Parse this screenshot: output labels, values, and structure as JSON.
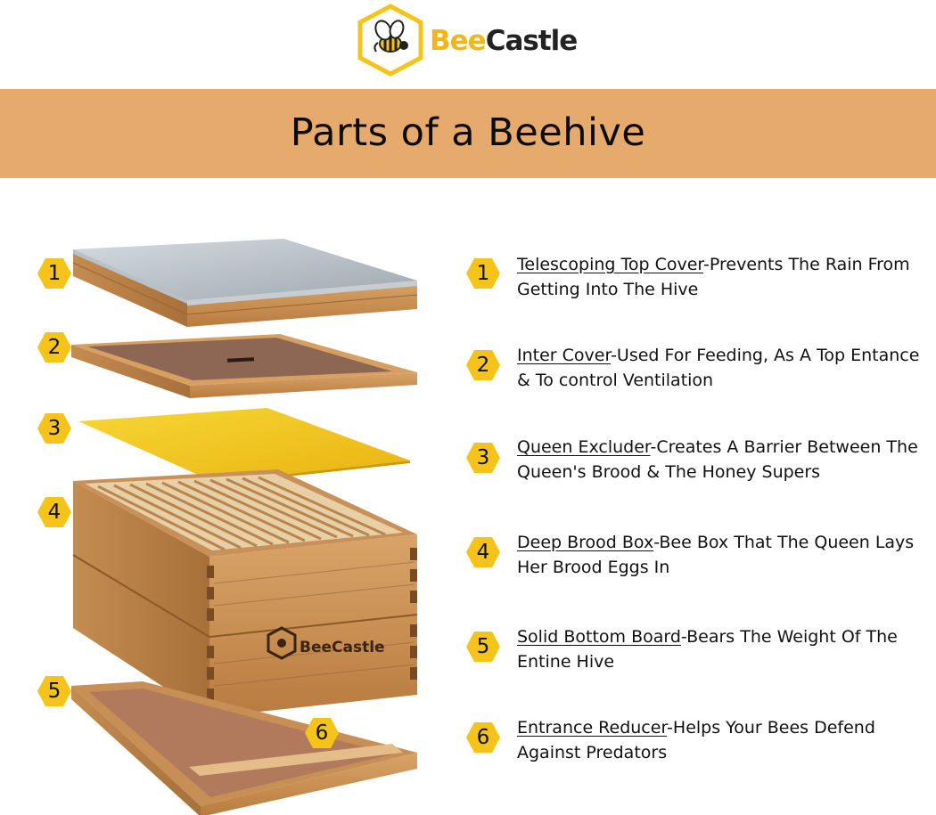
{
  "brand": {
    "name_part1": "Bee",
    "name_part2": "Castle",
    "logo_icon": "bee-hexagon-icon",
    "colors": {
      "accent": "#f2b51b",
      "banner": "#e6aa6c",
      "badge": "#f5c31a"
    }
  },
  "header": {
    "title": "Parts of a Beehive"
  },
  "illustration": {
    "box_brand": "BeeCastle",
    "badges": [
      "1",
      "2",
      "3",
      "4",
      "5",
      "6"
    ]
  },
  "parts": [
    {
      "number": "1",
      "term": "Telescoping Top Cover",
      "text": "-Prevents The Rain From Getting Into The Hive"
    },
    {
      "number": "2",
      "term": "Inter Cover",
      "text": "-Used For Feeding, As A Top Entance & To control Ventilation"
    },
    {
      "number": "3",
      "term": "Queen Excluder",
      "text": "-Creates A Barrier Between The Queen's Brood & The Honey Supers"
    },
    {
      "number": "4",
      "term": "Deep Brood Box",
      "text": "-Bee Box That The Queen Lays Her Brood Eggs In"
    },
    {
      "number": "5",
      "term": "Solid Bottom Board",
      "text": "-Bears The Weight Of The Entine Hive"
    },
    {
      "number": "6",
      "term": "Entrance Reducer",
      "text": "-Helps Your Bees Defend Against Predators"
    }
  ]
}
